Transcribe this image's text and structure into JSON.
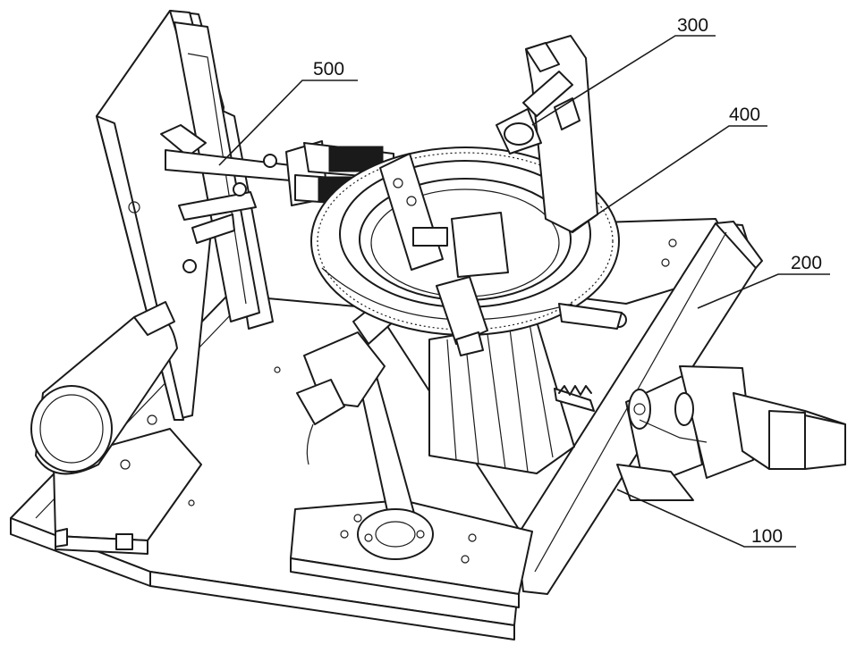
{
  "labels": {
    "part_100": "100",
    "part_200": "200",
    "part_300": "300",
    "part_400": "400",
    "part_500": "500"
  },
  "colors": {
    "line": "#1a1a1a",
    "background": "#ffffff"
  }
}
